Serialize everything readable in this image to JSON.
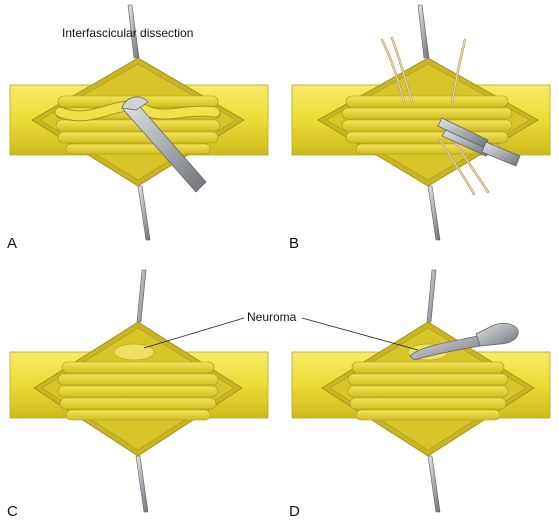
{
  "figure": {
    "annotations": {
      "top_label": "Interfascicular dissection",
      "neuroma_label": "Neuroma"
    },
    "panels": [
      {
        "letter": "A"
      },
      {
        "letter": "B"
      },
      {
        "letter": "C"
      },
      {
        "letter": "D"
      }
    ]
  },
  "colors": {
    "nerve": "#ecdc34",
    "nerve_edge": "#b9a81b",
    "fascicle": "#e6d22a",
    "fascicle_edge": "#a8961a",
    "window": "#c9b522",
    "instrument": "#a9adb1",
    "instrument_edge": "#5a5e63",
    "suture": "#e8d7b2"
  }
}
